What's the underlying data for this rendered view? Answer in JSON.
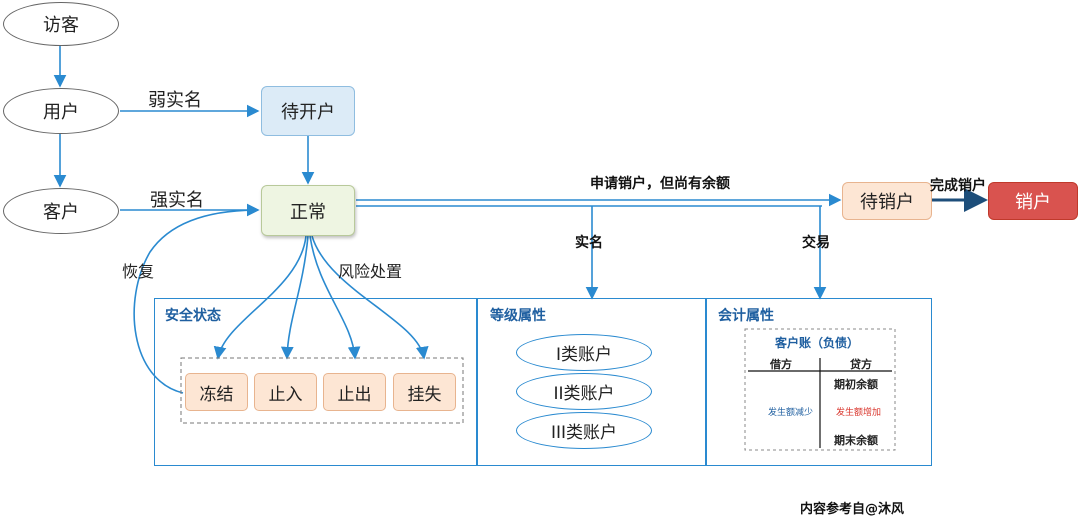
{
  "nodes": {
    "visitor": "访客",
    "user": "用户",
    "customer": "客户",
    "pending_open": "待开户",
    "normal": "正常",
    "pending_close": "待销户",
    "closed": "销户"
  },
  "edges": {
    "weak_realname": "弱实名",
    "strong_realname": "强实名",
    "restore": "恢复",
    "risk_handling": "风险处置",
    "apply_close": "申请销户，但尚有余额",
    "realname": "实名",
    "transaction": "交易",
    "complete_close": "完成销户"
  },
  "security": {
    "title": "安全状态",
    "items": [
      "冻结",
      "止入",
      "止出",
      "挂失"
    ]
  },
  "level": {
    "title": "等级属性",
    "items": [
      "I类账户",
      "II类账户",
      "III类账户"
    ]
  },
  "accounting": {
    "title": "会计属性",
    "account_title": "客户账（负债）",
    "debit": "借方",
    "credit": "贷方",
    "opening": "期初余额",
    "decrease": "发生额减少",
    "increase": "发生额增加",
    "closing": "期末余额"
  },
  "footer": "内容参考自@沐风",
  "colors": {
    "line": "#2a8ad0",
    "pending_open_fill": "#dcebf7",
    "normal_fill": "#eef5e2",
    "status_fill": "#fde6d4",
    "closed_fill": "#d9534f",
    "decrease_text": "#1f5fa0",
    "increase_text": "#d9342b"
  }
}
